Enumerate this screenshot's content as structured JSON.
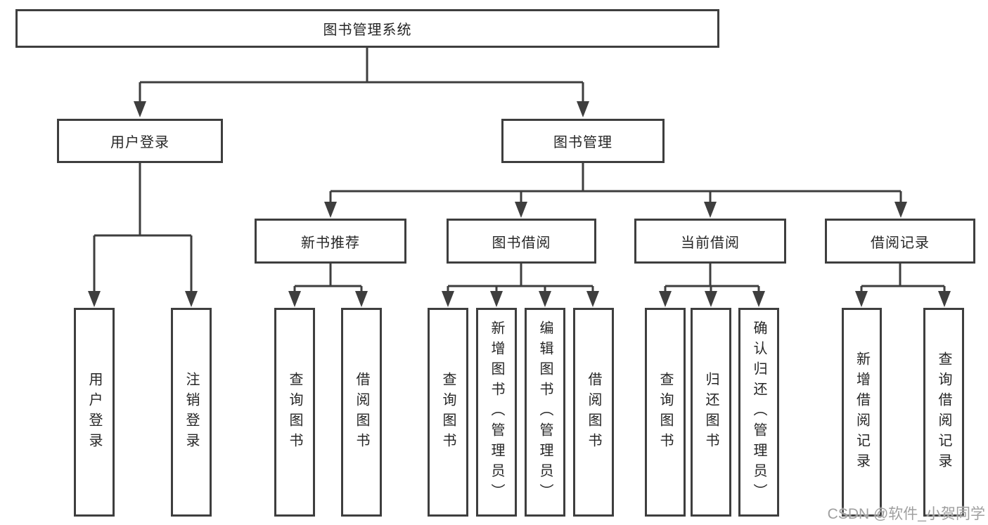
{
  "tree": {
    "label": "图书管理系统",
    "children": [
      {
        "label": "用户登录",
        "children": [
          {
            "label": "用户登录"
          },
          {
            "label": "注销登录"
          }
        ]
      },
      {
        "label": "图书管理",
        "children": [
          {
            "label": "新书推荐",
            "children": [
              {
                "label": "查询图书"
              },
              {
                "label": "借阅图书"
              }
            ]
          },
          {
            "label": "图书借阅",
            "children": [
              {
                "label": "查询图书"
              },
              {
                "label": "新增图书（管理员）"
              },
              {
                "label": "编辑图书（管理员）"
              },
              {
                "label": "借阅图书"
              }
            ]
          },
          {
            "label": "当前借阅",
            "children": [
              {
                "label": "查询图书"
              },
              {
                "label": "归还图书"
              },
              {
                "label": "确认归还（管理员）"
              }
            ]
          },
          {
            "label": "借阅记录",
            "children": [
              {
                "label": "新增借阅记录"
              },
              {
                "label": "查询借阅记录"
              }
            ]
          }
        ]
      }
    ]
  },
  "watermark": {
    "text": "CSDN @软件_小贺同学"
  },
  "colors": {
    "line": "#3e3e3e",
    "box_border": "#3e3e3e",
    "text": "#262626",
    "watermark": "#9f9f9f",
    "background": "#ffffff"
  }
}
